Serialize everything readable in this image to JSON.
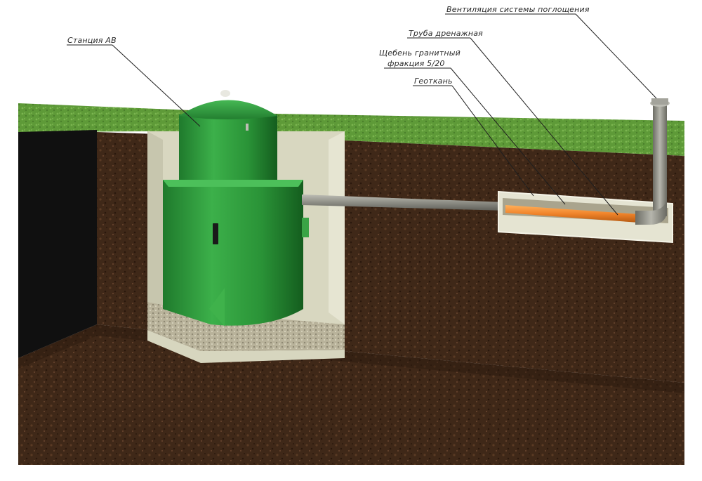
{
  "labels": {
    "station": "Станция АВ",
    "ventilation": "Вентиляция системы поглощения",
    "drain_pipe": "Труба дренажная",
    "gravel_line1": "Щебень гранитный",
    "gravel_line2": "фракция 5/20",
    "geotextile": "Геоткань"
  },
  "colors": {
    "grass": "#5f9a3a",
    "soil": "#3d2616",
    "soil_dark": "#2a180d",
    "tank_green": "#2f9a3b",
    "concrete": "#d9d8c2",
    "drain_pipe": "#f08a2a",
    "vent_pipe": "#9a9a92"
  }
}
